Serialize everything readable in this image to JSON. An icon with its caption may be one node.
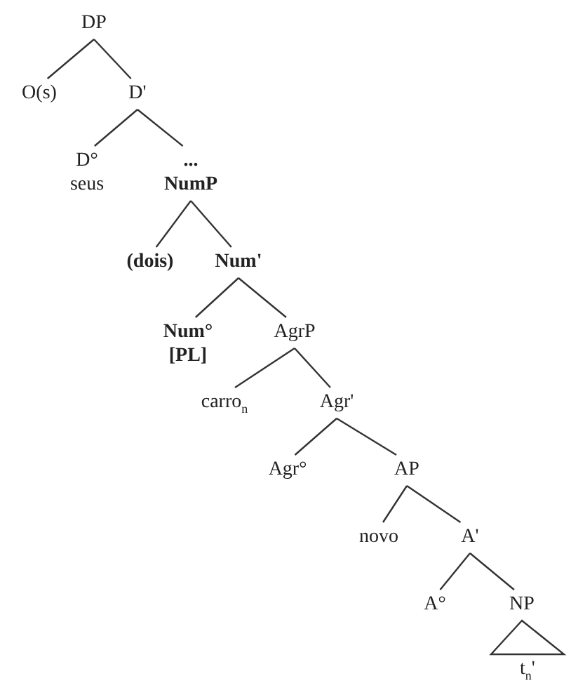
{
  "diagram": {
    "nodes": [
      {
        "text": [
          "DP"
        ]
      },
      {
        "text": [
          "O(s)"
        ]
      },
      {
        "text": [
          "D'"
        ]
      },
      {
        "text": [
          "D°",
          "seus"
        ]
      },
      {
        "text": [
          "...",
          "NumP"
        ]
      },
      {
        "text": [
          "(dois)"
        ]
      },
      {
        "text": [
          "Num'"
        ]
      },
      {
        "text": [
          "Num°",
          "[PL]"
        ]
      },
      {
        "text": [
          "AgrP"
        ]
      },
      {
        "text": [
          "carro$_{n}$"
        ]
      },
      {
        "text": [
          "Agr'"
        ]
      },
      {
        "text": [
          "Agr°"
        ]
      },
      {
        "text": [
          "AP"
        ]
      },
      {
        "text": [
          "novo"
        ]
      },
      {
        "text": [
          "A'"
        ]
      },
      {
        "text": [
          "A°"
        ]
      },
      {
        "text": [
          "NP"
        ]
      },
      {
        "text": [
          "t$_{n}$'"
        ]
      }
    ],
    "edges": [
      {
        "from": 0,
        "to": 1,
        "arrow": "none"
      },
      {
        "from": 0,
        "to": 2,
        "arrow": "none"
      },
      {
        "from": 2,
        "to": 3,
        "arrow": "none"
      },
      {
        "from": 2,
        "to": 4,
        "arrow": "none"
      },
      {
        "from": 4,
        "to": 5,
        "arrow": "none"
      },
      {
        "from": 4,
        "to": 6,
        "arrow": "none"
      },
      {
        "from": 6,
        "to": 7,
        "arrow": "none"
      },
      {
        "from": 6,
        "to": 8,
        "arrow": "none"
      },
      {
        "from": 8,
        "to": 9,
        "arrow": "none"
      },
      {
        "from": 8,
        "to": 10,
        "arrow": "none"
      },
      {
        "from": 10,
        "to": 11,
        "arrow": "none"
      },
      {
        "from": 10,
        "to": 12,
        "arrow": "none"
      },
      {
        "from": 12,
        "to": 13,
        "arrow": "none"
      },
      {
        "from": 12,
        "to": 14,
        "arrow": "none"
      },
      {
        "from": 14,
        "to": 15,
        "arrow": "none"
      },
      {
        "from": 14,
        "to": 16,
        "arrow": "none"
      },
      {
        "from": 16,
        "to": 17,
        "arrow": "none"
      }
    ]
  }
}
